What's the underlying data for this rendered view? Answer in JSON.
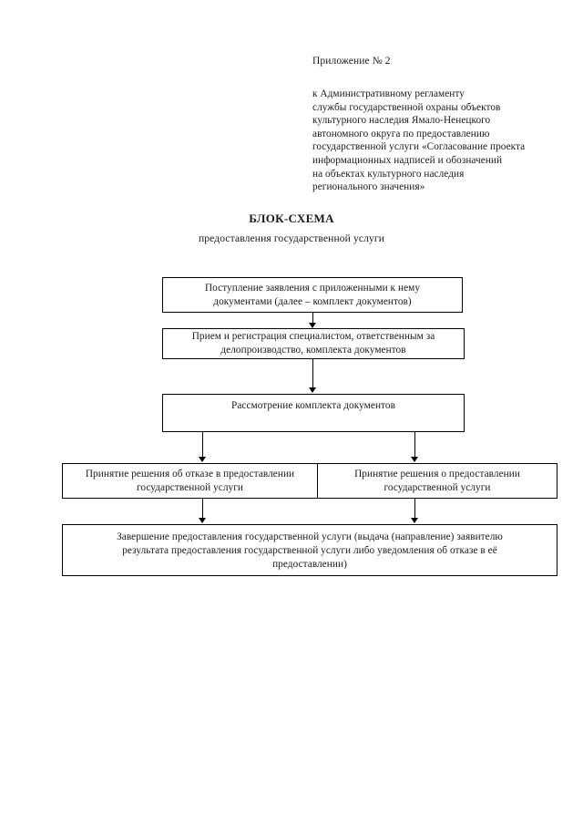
{
  "header": {
    "appendix_label": "Приложение № 2",
    "reference_lines": [
      "к Административному регламенту",
      "службы государственной охраны объектов",
      "культурного наследия Ямало-Ненецкого",
      "автономного округа по предоставлению",
      "государственной услуги «Согласование проекта",
      "информационных надписей и обозначений",
      "на объектах культурного наследия",
      "регионального значения»"
    ]
  },
  "title": {
    "main": "БЛОК-СХЕМА",
    "subtitle": "предоставления государственной услуги"
  },
  "flowchart": {
    "type": "flowchart",
    "nodes": [
      {
        "id": "intake",
        "lines": [
          "Поступление заявления с приложенными к нему",
          "документами (далее – комплект документов)"
        ]
      },
      {
        "id": "register",
        "lines": [
          "Прием и регистрация специалистом, ответственным за",
          "делопроизводство, комплекта документов"
        ]
      },
      {
        "id": "review",
        "lines": [
          "Рассмотрение комплекта документов"
        ]
      },
      {
        "id": "refuse",
        "lines": [
          "Принятие решения об отказе в предоставлении",
          "государственной услуги"
        ]
      },
      {
        "id": "grant",
        "lines": [
          "Принятие решения о предоставлении",
          "государственной услуги"
        ]
      },
      {
        "id": "complete",
        "lines": [
          "Завершение предоставления государственной услуги (выдача (направление) заявителю",
          "результата предоставления государственной услуги либо уведомления об отказе в её",
          "предоставлении)"
        ]
      }
    ],
    "edges": [
      {
        "from": "intake",
        "to": "register"
      },
      {
        "from": "register",
        "to": "review"
      },
      {
        "from": "review",
        "to": "refuse"
      },
      {
        "from": "review",
        "to": "grant"
      },
      {
        "from": "refuse",
        "to": "complete"
      },
      {
        "from": "grant",
        "to": "complete"
      }
    ]
  },
  "colors": {
    "paper": "#ffffff",
    "ink": "#1a1a1a",
    "line": "#000000"
  }
}
